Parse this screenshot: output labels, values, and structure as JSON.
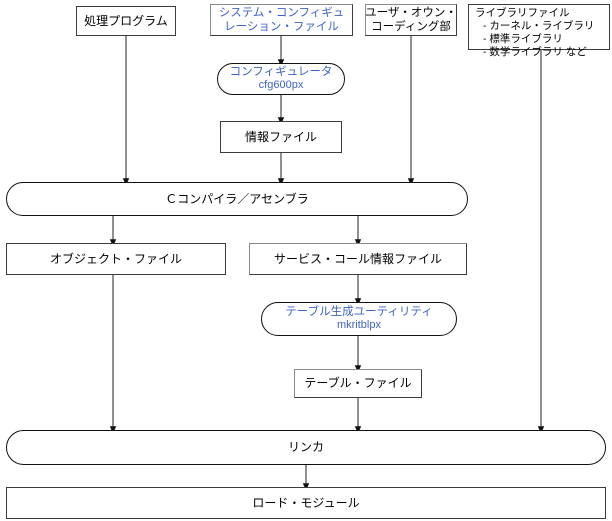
{
  "diagram": {
    "title": "C compiler / linker build flow",
    "accent_blue": "#3f62c8",
    "line_color": "#444444",
    "nodes": {
      "processing_program": {
        "label": "処理プログラム"
      },
      "system_config_file": {
        "line1": "システム・コンフィギュ",
        "line2": "レーション・ファイル"
      },
      "user_own_coding": {
        "line1": "ユーザ・オウン・",
        "line2": "コーディング部"
      },
      "library_file": {
        "title": "ライブラリファイル",
        "items": [
          "- カーネル・ライブラリ",
          "- 標準ライブラリ",
          "- 数学ライブラリ など"
        ]
      },
      "configurator": {
        "name": "コンフィギュレータ",
        "command": "cfg600px"
      },
      "information_file": {
        "label": "情報ファイル"
      },
      "c_compiler_assembler": {
        "label": "Ｃコンパイラ／アセンブラ"
      },
      "object_file": {
        "label": "オブジェクト・ファイル"
      },
      "service_call_info_file": {
        "label": "サービス・コール情報ファイル"
      },
      "table_generation_utility": {
        "name": "テーブル生成ユーティリティ",
        "command": "mkritblpx"
      },
      "table_file": {
        "label": "テーブル・ファイル"
      },
      "linker": {
        "label": "リンカ"
      },
      "load_module": {
        "label": "ロード・モジュール"
      }
    },
    "edges": [
      {
        "from": "processing_program",
        "to": "c_compiler_assembler"
      },
      {
        "from": "system_config_file",
        "to": "configurator"
      },
      {
        "from": "configurator",
        "to": "information_file"
      },
      {
        "from": "information_file",
        "to": "c_compiler_assembler"
      },
      {
        "from": "user_own_coding",
        "to": "c_compiler_assembler"
      },
      {
        "from": "library_file",
        "to": "linker"
      },
      {
        "from": "c_compiler_assembler",
        "to": "object_file"
      },
      {
        "from": "c_compiler_assembler",
        "to": "service_call_info_file"
      },
      {
        "from": "object_file",
        "to": "linker"
      },
      {
        "from": "service_call_info_file",
        "to": "table_generation_utility"
      },
      {
        "from": "table_generation_utility",
        "to": "table_file"
      },
      {
        "from": "table_file",
        "to": "linker"
      },
      {
        "from": "linker",
        "to": "load_module"
      }
    ]
  }
}
